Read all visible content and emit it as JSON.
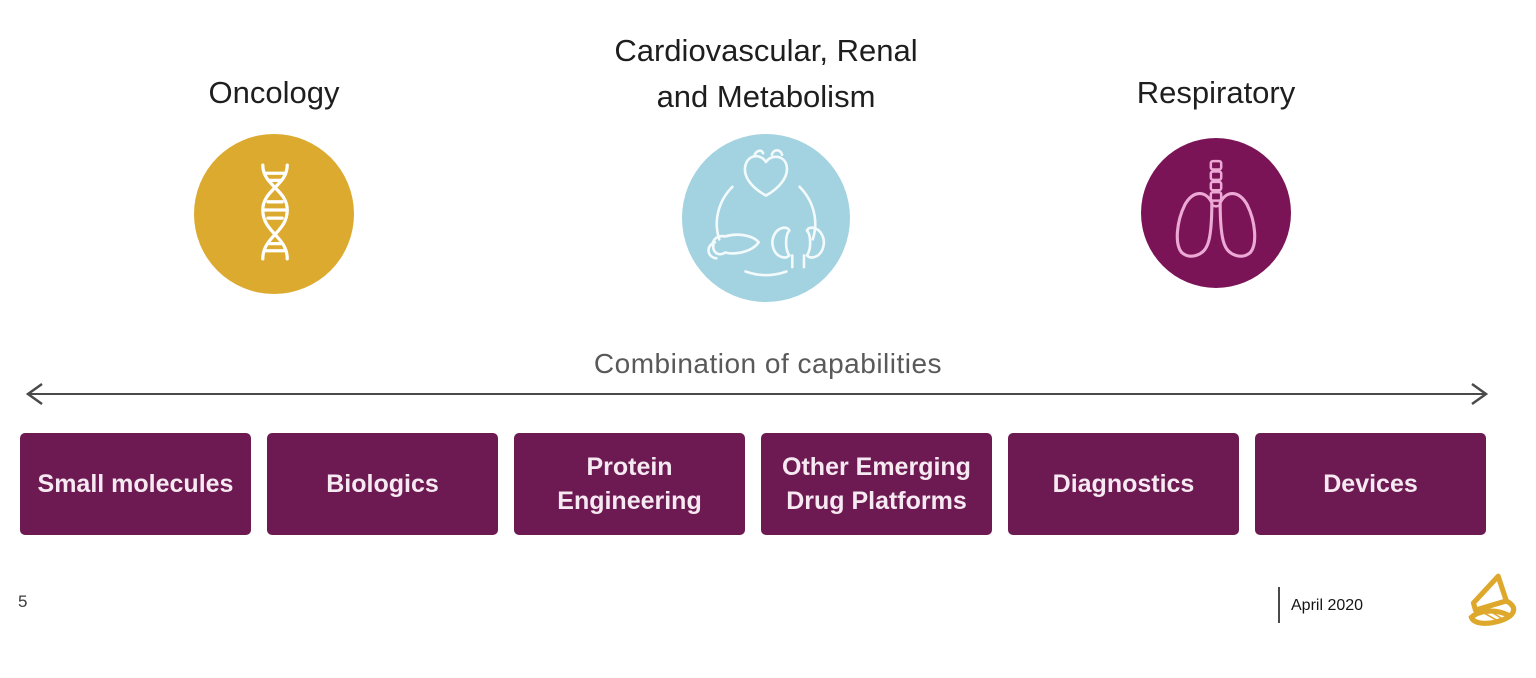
{
  "therapy_areas": [
    {
      "title": "Oncology",
      "icon": "dna-helix-icon",
      "circle_color": "#DBAA2F"
    },
    {
      "title": "Cardiovascular, Renal\nand Metabolism",
      "icon": "heart-pancreas-kidneys-icon",
      "circle_color": "#A3D2E0"
    },
    {
      "title": "Respiratory",
      "icon": "lungs-icon",
      "circle_color": "#7B1457"
    }
  ],
  "capabilities": {
    "label": "Combination of capabilities",
    "boxes": [
      {
        "label": "Small molecules"
      },
      {
        "label": "Biologics"
      },
      {
        "label": "Protein\nEngineering"
      },
      {
        "label": "Other Emerging\nDrug Platforms"
      },
      {
        "label": "Diagnostics"
      },
      {
        "label": "Devices"
      }
    ]
  },
  "footer": {
    "page_number": "5",
    "date": "April 2020",
    "logo": "astrazeneca-logo"
  },
  "colors": {
    "oncology_gold": "#DBAA2F",
    "cvrm_blue": "#A3D2E0",
    "respiratory_plum": "#7B1457",
    "capability_purple": "#6D1A52",
    "arrow_gray": "#4A4A4A",
    "combo_label_gray": "#595959",
    "title_text": "#1E1E1E",
    "box_text": "#F6E9F2"
  }
}
